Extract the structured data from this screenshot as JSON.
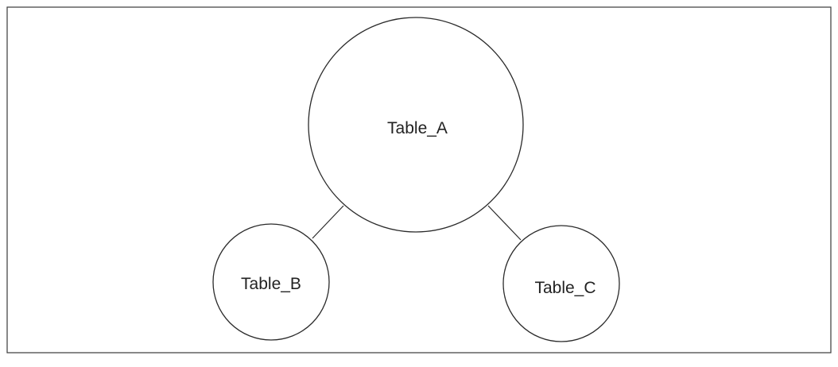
{
  "diagram": {
    "nodes": [
      {
        "id": "table-a",
        "label": "Table_A"
      },
      {
        "id": "table-b",
        "label": "Table_B"
      },
      {
        "id": "table-c",
        "label": "Table_C"
      }
    ],
    "edges": [
      {
        "from": "table-a",
        "to": "table-b"
      },
      {
        "from": "table-a",
        "to": "table-c"
      }
    ],
    "colors": {
      "stroke": "#2a2a2a",
      "text": "#222222",
      "background": "#ffffff"
    }
  }
}
